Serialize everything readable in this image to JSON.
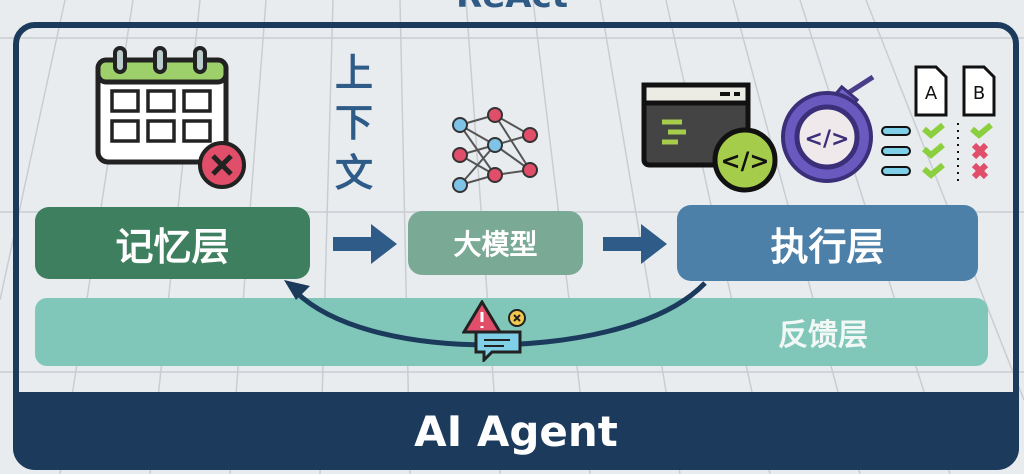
{
  "title": "ReAct",
  "context_label": "上下文",
  "layers": {
    "memory": "记忆层",
    "model": "大模型",
    "execution": "执行层",
    "feedback": "反馈层"
  },
  "footer": "AI Agent",
  "doc_labels": [
    "A",
    "B"
  ],
  "colors": {
    "navy": "#1b3a5c",
    "memory": "#3d7f5e",
    "model": "#7aa996",
    "execution": "#4d80a9",
    "feedback": "#80c7ba"
  }
}
